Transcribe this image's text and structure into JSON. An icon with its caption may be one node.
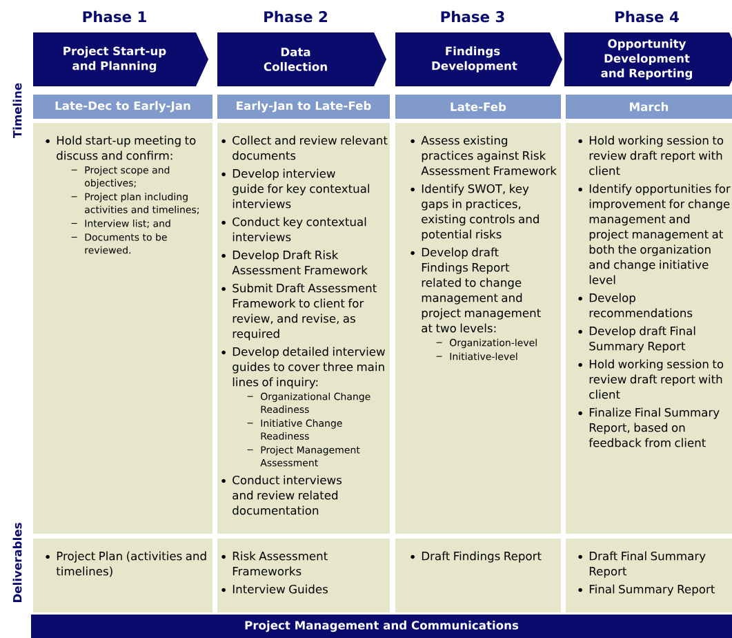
{
  "diagram": {
    "nodes": [
      {
        "text": [
          "Phase 1",
          "Project Start-up and Planning"
        ]
      },
      {
        "text": [
          "Phase 2",
          "Data Collection"
        ]
      },
      {
        "text": [
          "Phase 3",
          "Findings Development"
        ]
      },
      {
        "text": [
          "Phase 4",
          "Opportunity Development and Reporting"
        ]
      },
      {
        "text": [
          "Late-Dec to Early-Jan"
        ]
      },
      {
        "text": [
          "Early-Jan to Late-Feb"
        ]
      },
      {
        "text": [
          "Late-Feb"
        ]
      },
      {
        "text": [
          "March"
        ]
      },
      {
        "text": [
          "Hold start-up meeting to discuss and confirm:",
          "Project scope and objectives;",
          "Project plan including activities and timelines;",
          "Interview list; and",
          "Documents to be reviewed."
        ]
      },
      {
        "text": [
          "Collect and review relevant documents",
          "Develop interview guide for key contextual interviews",
          "Conduct key contextual interviews",
          "Develop Draft Risk Assessment Framework",
          "Submit Draft Assessment Framework to client for review, and revise, as required",
          "Develop detailed interview guides to cover three main lines of inquiry:",
          "Organizational Change Readiness",
          "Initiative Change Readiness",
          "Project Management Assessment",
          "Conduct interviews and review related documentation"
        ]
      },
      {
        "text": [
          "Assess existing practices against Risk Assessment Framework",
          "Identify SWOT, key gaps in practices, existing controls and potential risks",
          "Develop draft Findings Report related to change management and project management at two levels:",
          "Organization-level",
          "Initiative-level"
        ]
      },
      {
        "text": [
          "Hold working session to review draft report with client",
          "Identify opportunities for improvement for change management and project management at both the organization and change initiative level",
          "Develop recommendations",
          "Develop draft Final Summary Report",
          "Hold working session to review draft report with client",
          "Finalize Final Summary Report, based on feedback from client"
        ]
      },
      {
        "text": [
          "Project Plan (activities and timelines)"
        ]
      },
      {
        "text": [
          "Risk Assessment Frameworks",
          "Interview Guides"
        ]
      },
      {
        "text": [
          "Draft Findings Report"
        ]
      },
      {
        "text": [
          "Draft Final Summary Report",
          "Final Summary Report"
        ]
      },
      {
        "text": [
          "Project Management and Communications"
        ]
      }
    ],
    "labels": [
      "Timeline",
      "Deliverables"
    ]
  }
}
